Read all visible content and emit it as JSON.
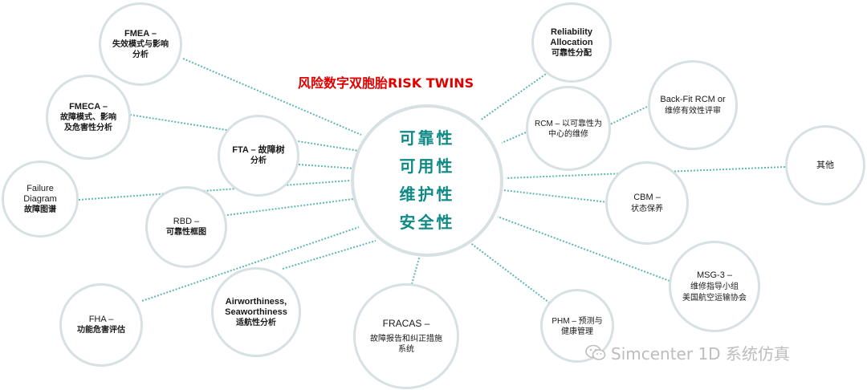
{
  "title": "风险数字双胞胎RISK TWINS",
  "hub": {
    "lines": [
      "可靠性",
      "可用性",
      "维护性",
      "安全性"
    ]
  },
  "nodes": {
    "fmea": {
      "l1": "FMEA –",
      "l2": "失效模式与影响分析"
    },
    "fmeca": {
      "l1": "FMECA –",
      "l2": "故障模式、影响及危害性分析"
    },
    "failure_diagram": {
      "l1": "Failure Diagram",
      "l2": "故障图谱"
    },
    "fta": {
      "l1": "FTA – 故障树",
      "l2": "分析"
    },
    "rbd": {
      "l1": "RBD –",
      "l2": "可靠性框图"
    },
    "fha": {
      "l1": "FHA –",
      "l2": "功能危害评估"
    },
    "airworthiness": {
      "l1": "Airworthiness, Seaworthiness",
      "l2": "适航性分析"
    },
    "fracas": {
      "l1": "FRACAS –",
      "l2": "故障报告和纠正措施系统"
    },
    "phm": {
      "l1": "PHM – 预测与健康管理",
      "l2": ""
    },
    "reliability_allocation": {
      "l1": "Reliability Allocation",
      "l2": "可靠性分配"
    },
    "rcm": {
      "l1": "RCM – 以可靠性为中心的维修",
      "l2": ""
    },
    "backfit_rcm": {
      "l1": "Back-Fit RCM or",
      "l2": "维修有效性评审"
    },
    "cbm": {
      "l1": "CBM –",
      "l2": "状态保养"
    },
    "msg3": {
      "l1": "MSG-3 –",
      "l2": "维修指导小组",
      "l3": "美国航空运输协会"
    },
    "other": {
      "l1": "其他"
    }
  },
  "watermark": {
    "text": "Simcenter 1D 系统仿真",
    "icon": "wechat-icon"
  },
  "colors": {
    "connector": "#5fb7b3",
    "node_border": "#d7e0e3",
    "hub_text": "#0e8a86",
    "title": "#e00000"
  }
}
